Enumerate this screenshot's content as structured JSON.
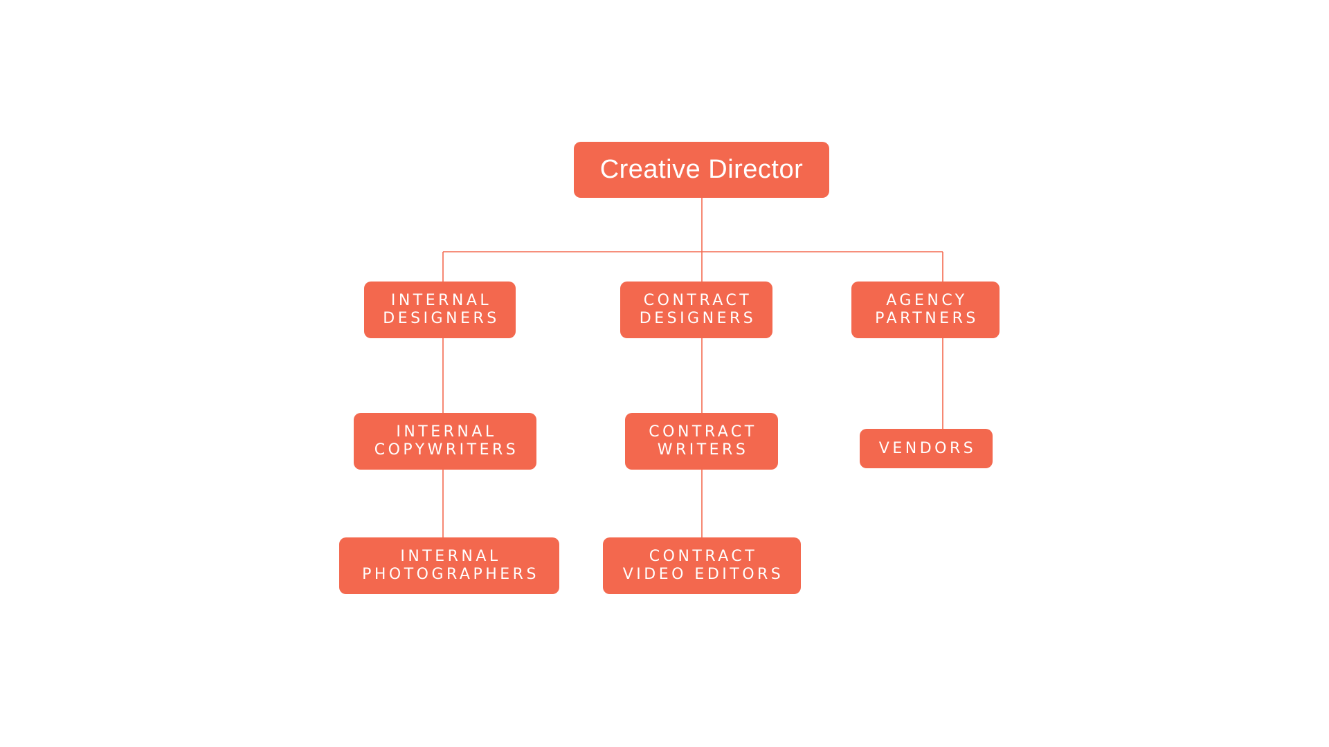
{
  "diagram": {
    "type": "org-chart",
    "accent_color": "#f3684e",
    "line_color": "#f36a50",
    "root": {
      "label": "Creative Director"
    },
    "nodes": {
      "internal_designers": {
        "lines": [
          "INTERNAL",
          "DESIGNERS"
        ],
        "parent": "Creative Director"
      },
      "contract_designers": {
        "lines": [
          "CONTRACT",
          "DESIGNERS"
        ],
        "parent": "Creative Director"
      },
      "agency_partners": {
        "lines": [
          "AGENCY",
          "PARTNERS"
        ],
        "parent": "Creative Director"
      },
      "internal_copywriters": {
        "lines": [
          "INTERNAL",
          "COPYWRITERS"
        ],
        "parent": "INTERNAL DESIGNERS"
      },
      "contract_writers": {
        "lines": [
          "CONTRACT",
          "WRITERS"
        ],
        "parent": "CONTRACT DESIGNERS"
      },
      "vendors": {
        "lines": [
          "VENDORS"
        ],
        "parent": "AGENCY PARTNERS"
      },
      "internal_photographers": {
        "lines": [
          "INTERNAL",
          "PHOTOGRAPHERS"
        ],
        "parent": "INTERNAL COPYWRITERS"
      },
      "contract_video_editors": {
        "lines": [
          "CONTRACT",
          "VIDEO EDITORS"
        ],
        "parent": "CONTRACT WRITERS"
      }
    }
  }
}
